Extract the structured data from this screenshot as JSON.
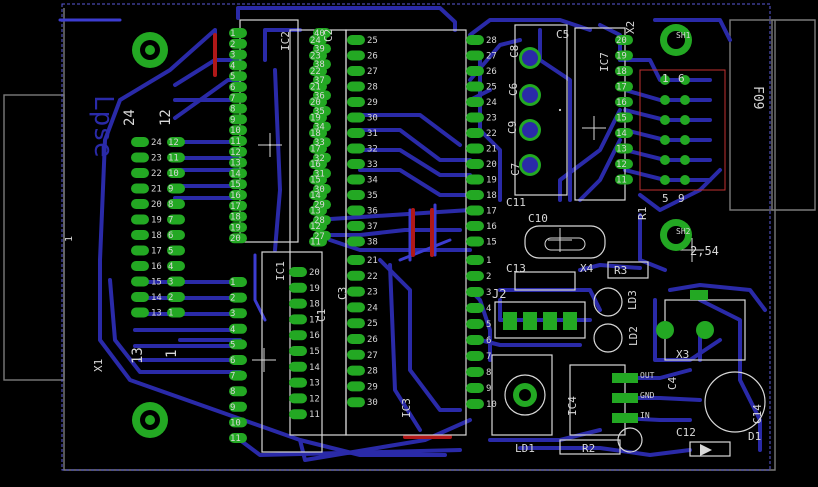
{
  "colors": {
    "background": "#000000",
    "trace": "#2a2aa8",
    "trace_light": "#3c3cd0",
    "pad": "#23a823",
    "pad_label": "#d8d8d8",
    "silk": "#d8d8d8",
    "outline": "#7a7a7a",
    "red_wire": "#b01818",
    "red_silk": "#c03030",
    "dashed_border": "#5a5ad8"
  },
  "labels": {
    "board_name": "Lpse",
    "x1": "X1",
    "x1_pin_high_a": "24",
    "x1_pin_high_b": "12",
    "x1_pin_low_a": "13",
    "x1_pin_low_b": "1",
    "x1_row_marker": "1",
    "ic1": "IC1",
    "ic2": "IC2",
    "ic3": "IC3",
    "ic4": "IC4",
    "ic7": "IC7",
    "x2": "X2",
    "x3": "X3",
    "x4": "X4",
    "f09": "F09",
    "sh1": "SH1",
    "sh2": "SH2",
    "pitch": "2,54",
    "j2": "J2",
    "c1": "C1",
    "c2": "C2",
    "c3": "C3",
    "c4": "C4",
    "c5": "C5",
    "c6": "C6",
    "c7": "C7",
    "c8": "C8",
    "c9": "C9",
    "c10": "C10",
    "c11": "C11",
    "c12": "C12",
    "c13": "C13",
    "c14": "C14",
    "r1": "R1",
    "r2": "R2",
    "r3": "R3",
    "ld1": "LD1",
    "ld2": "LD2",
    "ld3": "LD3",
    "d1": "D1",
    "out": "OUT",
    "gnd": "GND",
    "in": "IN",
    "sub5": "5",
    "sub9": "9",
    "sub1": "1",
    "sub6": "6"
  },
  "pins": {
    "x1_left_col": [
      "24",
      "23",
      "22",
      "21",
      "20",
      "19",
      "18",
      "17",
      "16",
      "15",
      "14",
      "13"
    ],
    "x1_right_col": [
      "12",
      "11",
      "10",
      "9",
      "8",
      "7",
      "6",
      "5",
      "4",
      "3",
      "2",
      "1"
    ],
    "ic1_left": [
      "1",
      "2",
      "3",
      "4",
      "5",
      "6",
      "7",
      "8",
      "9",
      "10",
      "11"
    ],
    "ic2_left": [
      "1",
      "2",
      "3",
      "4",
      "5",
      "6",
      "7",
      "8",
      "9",
      "10",
      "11",
      "12",
      "13",
      "14",
      "15",
      "16",
      "17",
      "18",
      "19",
      "20"
    ],
    "ic2_right": [
      "40",
      "39",
      "38",
      "37",
      "36",
      "35",
      "34",
      "33",
      "32",
      "31",
      "30",
      "29",
      "28",
      "27",
      "26",
      "25",
      "24",
      "23",
      "22",
      "21"
    ],
    "ic3_left": [
      "20",
      "19",
      "18",
      "17",
      "16",
      "15",
      "14",
      "13",
      "12",
      "11"
    ],
    "ic3_right": [
      "21",
      "22",
      "23",
      "24",
      "25",
      "26",
      "27",
      "28",
      "29",
      "30"
    ],
    "chip_c_left": [
      "24",
      "23",
      "22",
      "21",
      "20",
      "19",
      "18",
      "17",
      "16",
      "15",
      "14",
      "13",
      "12",
      "11"
    ],
    "chip_c_right": [
      "25",
      "26",
      "27",
      "28",
      "29",
      "30",
      "31",
      "32",
      "33",
      "34",
      "35",
      "36",
      "37",
      "38"
    ],
    "chip_d_right": [
      "28",
      "27",
      "26",
      "25",
      "24",
      "23",
      "22",
      "21",
      "20",
      "19",
      "18",
      "17",
      "16",
      "15"
    ],
    "ic7_left": [
      "20",
      "19",
      "18",
      "17",
      "16",
      "15",
      "14",
      "13",
      "12",
      "11"
    ]
  }
}
